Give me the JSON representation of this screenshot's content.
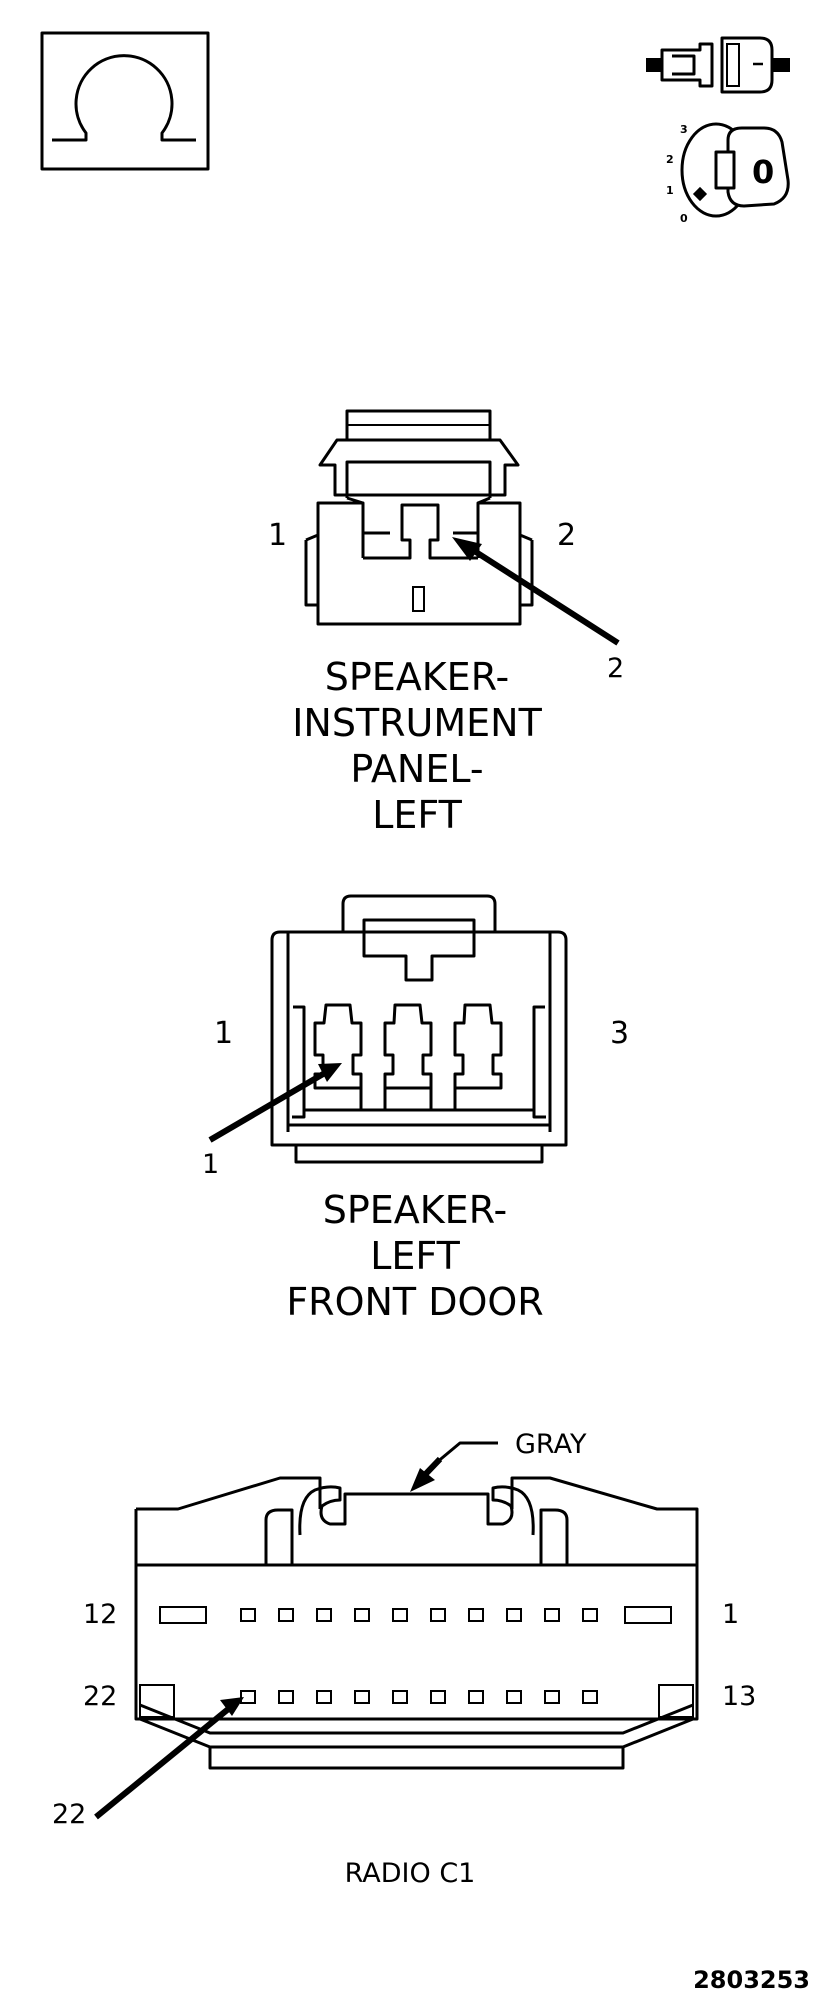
{
  "symbols": {
    "ohmmeter_icon": "omega",
    "connector_icon": "connector-disconnected",
    "ignition_icon": "ignition-key",
    "ignition_positions": [
      "3",
      "2",
      "1",
      "0"
    ],
    "ignition_key_label": "0"
  },
  "connectors": [
    {
      "title_lines": [
        "SPEAKER-",
        "INSTRUMENT",
        "PANEL-",
        "LEFT"
      ],
      "pin_left": "1",
      "pin_right": "2",
      "callout": "2"
    },
    {
      "title_lines": [
        "SPEAKER-",
        "LEFT",
        "FRONT DOOR"
      ],
      "pin_left": "1",
      "pin_right": "3",
      "callout": "1"
    },
    {
      "title": "RADIO C1",
      "color_label": "GRAY",
      "row1_left": "12",
      "row1_right": "1",
      "row2_left": "22",
      "row2_right": "13",
      "callout": "22"
    }
  ],
  "figure_number": "2803253"
}
